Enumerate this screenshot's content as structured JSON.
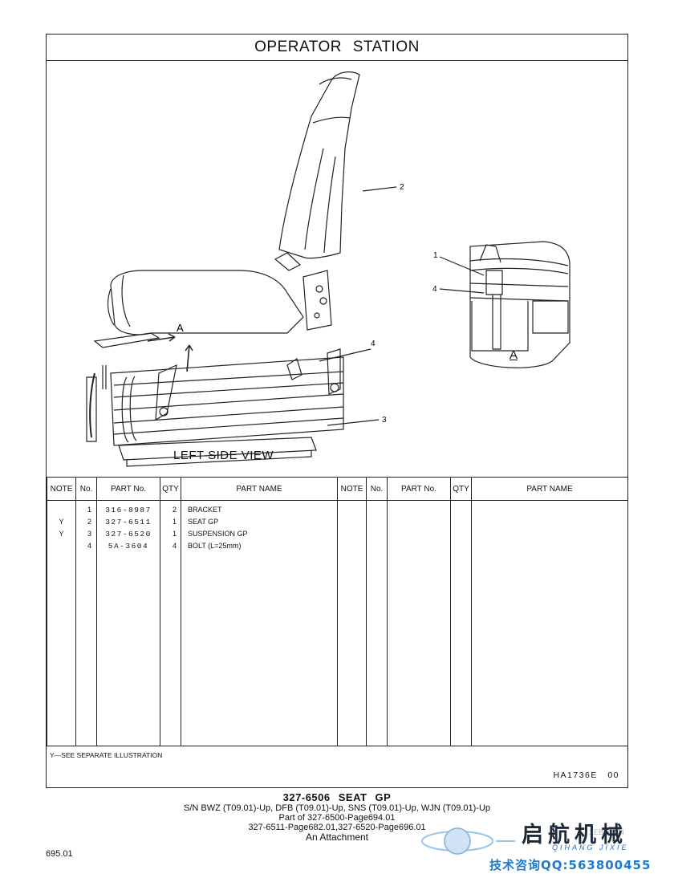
{
  "title": "OPERATOR STATION",
  "drawing": {
    "view_label": "LEFT SIDE VIEW",
    "detail_label": "A",
    "detail_marker": "A",
    "callouts": [
      "1",
      "2",
      "3",
      "4",
      "1",
      "4"
    ]
  },
  "table": {
    "headers": [
      "NOTE",
      "No.",
      "PART No.",
      "QTY",
      "PART NAME",
      "NOTE",
      "No.",
      "PART No.",
      "QTY",
      "PART NAME"
    ],
    "rows": [
      {
        "note": "",
        "no": "1",
        "part_no": "316-8987",
        "qty": "2",
        "name": "BRACKET"
      },
      {
        "note": "Y",
        "no": "2",
        "part_no": "327-6511",
        "qty": "1",
        "name": "SEAT GP"
      },
      {
        "note": "Y",
        "no": "3",
        "part_no": "327-6520",
        "qty": "1",
        "name": "SUSPENSION GP"
      },
      {
        "note": "",
        "no": "4",
        "part_no": "5A-3604",
        "qty": "4",
        "name": "BOLT (L=25mm)"
      }
    ]
  },
  "footnote": "Y—SEE SEPARATE ILLUSTRATION",
  "ref_code": "HA1736E  00",
  "caption": {
    "title": "327-6506  SEAT GP",
    "lines": [
      "S/N BWZ (T09.01)-Up, DFB (T09.01)-Up, SNS (T09.01)-Up, WJN (T09.01)-Up",
      "Part of 327-6500-Page694.01",
      "327-6511-Page682.01,327-6520-Page696.01",
      "An Attachment"
    ]
  },
  "page_number": "695.01",
  "watermark_code": "XEBP0044",
  "logo": {
    "cn": "启航机械",
    "en": "QIHANG JIXIE",
    "contact": "技术咨询QQ:563800455",
    "colors": {
      "text": "#1d2a3a",
      "accent": "#2a6fc1",
      "contact": "#1c7bd0"
    }
  }
}
